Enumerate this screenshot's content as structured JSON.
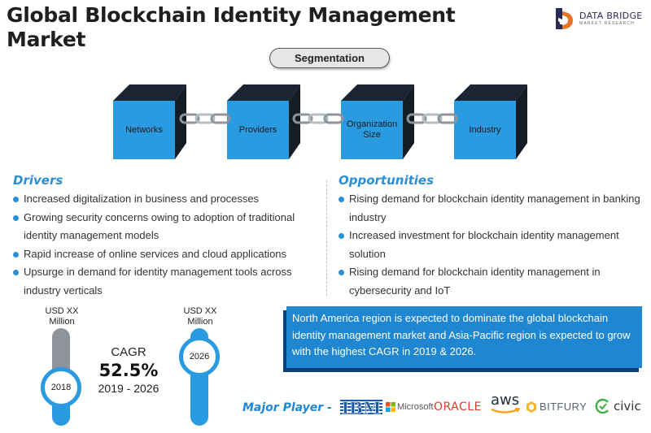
{
  "title": "Global Blockchain Identity Management Market",
  "logo": {
    "name": "DATA BRIDGE",
    "sub": "MARKET RESEARCH"
  },
  "segmentation": {
    "label": "Segmentation",
    "items": [
      "Networks",
      "Providers",
      "Organization Size",
      "Industry"
    ]
  },
  "drivers": {
    "heading": "Drivers",
    "items": [
      "Increased digitalization in business and processes",
      "Growing security concerns owing to adoption of traditional identity management models",
      "Rapid increase of online services and cloud applications",
      "Upsurge in demand for identity management tools across industry verticals"
    ]
  },
  "opportunities": {
    "heading": "Opportunities",
    "items": [
      "Rising demand for blockchain identity management in banking industry",
      "Increased investment for blockchain identity management solution",
      "Rising demand for blockchain identity management in cybersecurity and IoT"
    ]
  },
  "forecast": {
    "start": {
      "value_label": "USD XX Million",
      "year": "2018"
    },
    "end": {
      "value_label": "USD XX Million",
      "year": "2026"
    },
    "cagr_label": "CAGR",
    "cagr_value": "52.5%",
    "period": "2019 - 2026"
  },
  "highlight": "North America region is expected to dominate the global blockchain identity management market and Asia-Pacific region is expected to grow with the highest CAGR in 2019 & 2026.",
  "major_players": {
    "label": "Major Player -",
    "brands": [
      "IBM",
      "Microsoft",
      "ORACLE",
      "aws",
      "BITFURY",
      "civic"
    ]
  },
  "colors": {
    "accent": "#1f86d2",
    "heading": "#2a8fd8",
    "cube_front": "#2a9be0",
    "cube_dark": "#1b2430"
  }
}
